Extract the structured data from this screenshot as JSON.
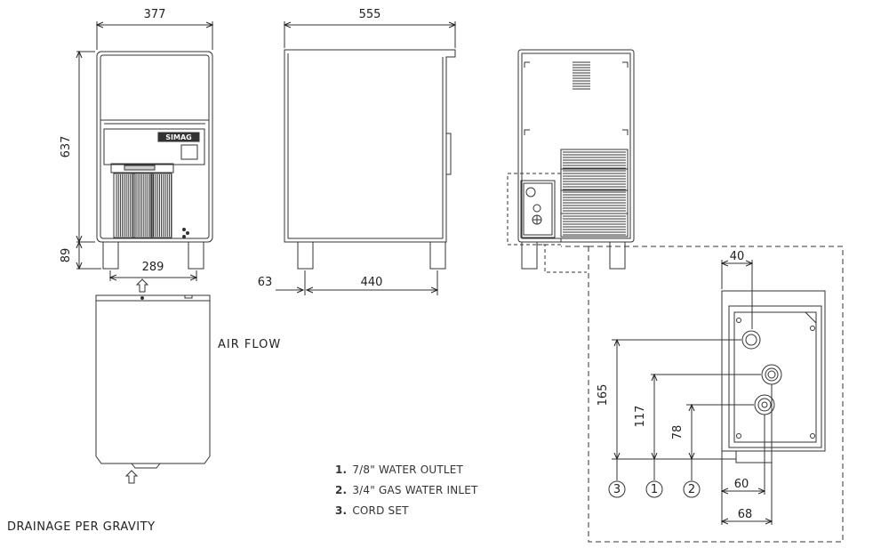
{
  "dimensions": {
    "front_width": "377",
    "side_depth": "555",
    "height": "637",
    "leg_height": "89",
    "inner_width": "289",
    "leg_offset": "63",
    "leg_span": "440",
    "detail_40": "40",
    "detail_165": "165",
    "detail_117": "117",
    "detail_78": "78",
    "detail_60": "60",
    "detail_68": "68"
  },
  "brand": "SIMAG",
  "labels": {
    "air_flow": "AIR FLOW",
    "drainage": "DRAINAGE PER GRAVITY"
  },
  "markers": [
    "3",
    "1",
    "2"
  ],
  "legend": [
    {
      "num": "1.",
      "text": "7/8\" WATER OUTLET"
    },
    {
      "num": "2.",
      "text": "3/4\" GAS WATER INLET"
    },
    {
      "num": "3.",
      "text": "CORD SET"
    }
  ]
}
